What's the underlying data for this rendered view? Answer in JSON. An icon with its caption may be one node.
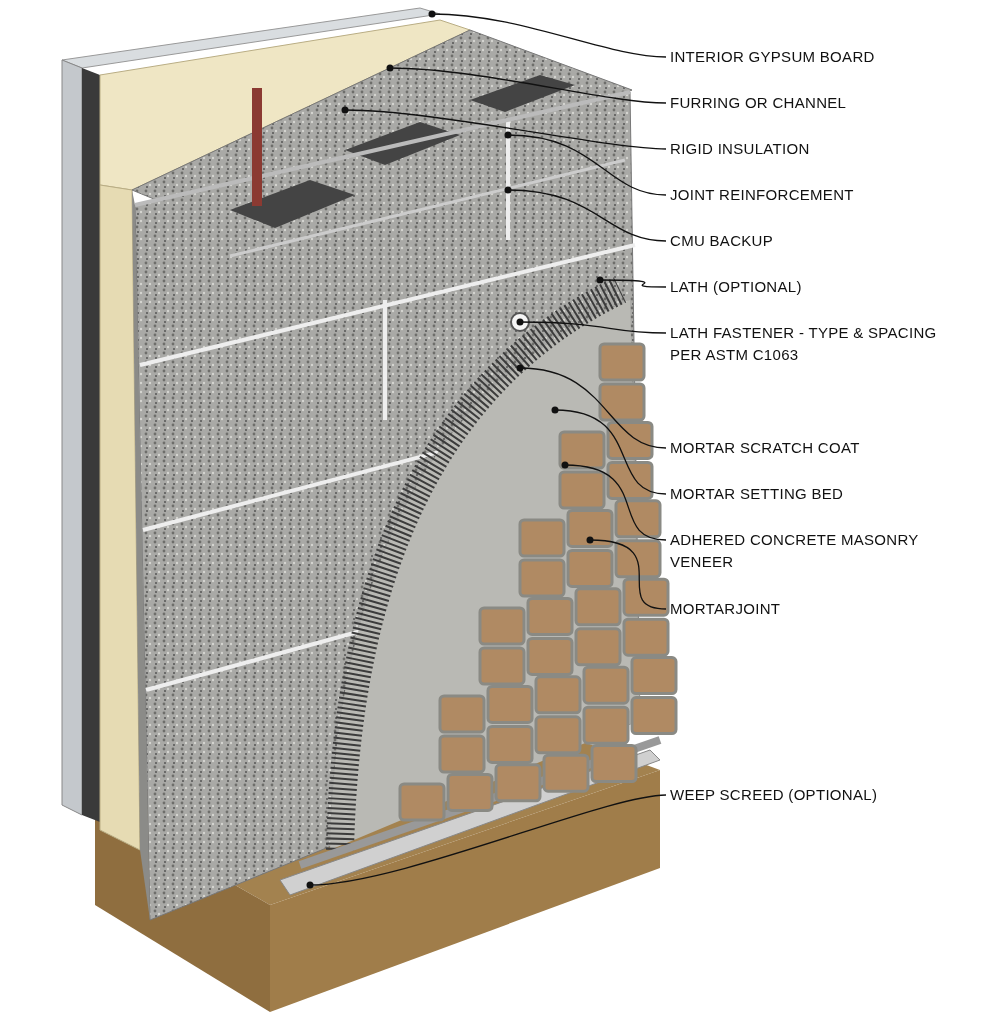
{
  "diagram": {
    "nodes": [
      {
        "text": [
          "INTERIOR GYPSUM BOARD"
        ]
      },
      {
        "text": [
          "FURRING OR CHANNEL"
        ]
      },
      {
        "text": [
          "RIGID INSULATION"
        ]
      },
      {
        "text": [
          "JOINT REINFORCEMENT"
        ]
      },
      {
        "text": [
          "CMU BACKUP"
        ]
      },
      {
        "text": [
          "LATH (OPTIONAL)"
        ]
      },
      {
        "text": [
          "LATH FASTENER - TYPE & SPACING PER ASTM C1063"
        ]
      },
      {
        "text": [
          "MORTAR SCRATCH COAT"
        ]
      },
      {
        "text": [
          "MORTAR SETTING BED"
        ]
      },
      {
        "text": [
          "ADHERED CONCRETE MASONRY VENEER"
        ]
      },
      {
        "text": [
          "MORTARJOINT"
        ]
      },
      {
        "text": [
          "WEEP SCREED (OPTIONAL)"
        ]
      }
    ],
    "edges": [
      {
        "from": 0,
        "to": null,
        "arrow": "other"
      },
      {
        "from": 1,
        "to": null,
        "arrow": "other"
      },
      {
        "from": 2,
        "to": null,
        "arrow": "other"
      },
      {
        "from": 3,
        "to": null,
        "arrow": "other"
      },
      {
        "from": 4,
        "to": null,
        "arrow": "other"
      },
      {
        "from": 5,
        "to": null,
        "arrow": "other"
      },
      {
        "from": 6,
        "to": null,
        "arrow": "other"
      },
      {
        "from": 7,
        "to": null,
        "arrow": "other"
      },
      {
        "from": 8,
        "to": null,
        "arrow": "other"
      },
      {
        "from": 9,
        "to": null,
        "arrow": "other"
      },
      {
        "from": 10,
        "to": null,
        "arrow": "other"
      },
      {
        "from": 11,
        "to": null,
        "arrow": "other"
      }
    ]
  }
}
